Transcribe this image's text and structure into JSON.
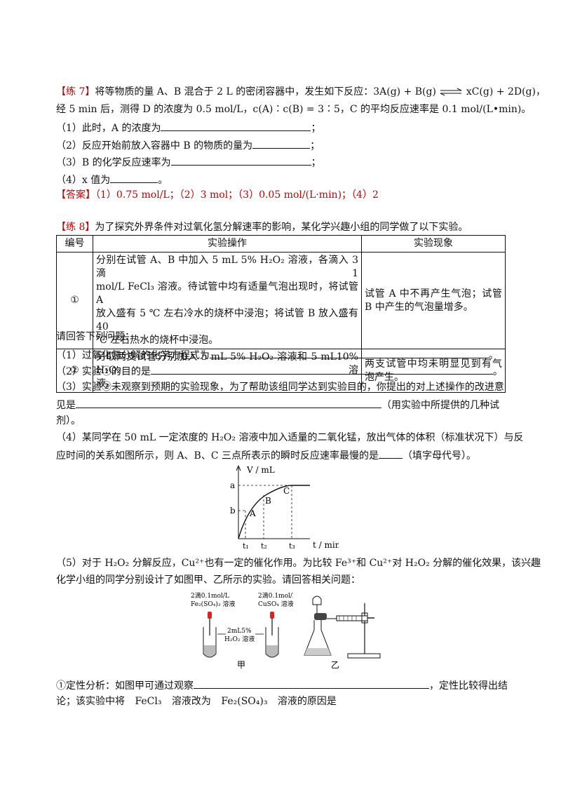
{
  "q7": {
    "tag": "【练 7】",
    "stem1_a": "将等物质的量 A、B 混合于 2 L 的密闭容器中，发生如下反应：3A(g) + B(g)",
    "stem1_b": "xC(g) + 2D(g)，",
    "stem2": "经 5 min 后，测得 D 的浓度为 0.5 mol/L，c(A)∶c(B) = 3∶5，C 的平均反应速率是 0.1 mol/(L•min)。",
    "q1": "（1）此时，A 的浓度为",
    "q2": "（2）反应开始前放入容器中 B 的物质的量为",
    "q3": "（3）B 的化学反应速率为",
    "q4": "（4）x 值为",
    "semicolon": "；",
    "period": "。",
    "answer_tag": "【答案】",
    "answer": "（1）0.75 mol/L；（2）3 mol；（3）0.05 mol/(L·min)；（4）2"
  },
  "q8": {
    "tag": "【练 8】",
    "stem": "为了探究外界条件对过氧化氢分解速率的影响，某化学兴趣小组的同学做了以下实验。",
    "table": {
      "headers": [
        "编号",
        "实验操作",
        "实验现象"
      ],
      "rows": [
        {
          "id": "①",
          "op_lines": [
            "分别在试管 A、B 中加入 5 mL 5% H₂O₂ 溶液，各滴入 3 滴 1",
            "mol/L FeCl₃ 溶液。待试管中均有适量气泡出现时，将试管 A",
            "放入盛有 5 ℃ 左右冷水的烧杯中浸泡；将试管 B 放入盛有 40",
            "℃ 左右热水的烧杯中浸泡。"
          ],
          "obs_lines": [
            "试管 A 中不再产生气泡；试管",
            "B 中产生的气泡量增多。"
          ]
        },
        {
          "id": "②",
          "op_lines": [
            "另取两支试管分别加入 5 mL 5% H₂O₂ 溶液和 5 mL10% H₂O₂ 溶",
            "液。"
          ],
          "obs_lines": [
            "两支试管中均未明显见到有气",
            "泡产生。"
          ]
        }
      ]
    },
    "prompt": "请回答下列问题：",
    "s1": "（1）过氧化氢分解的化学方程式为",
    "s2": "（2）实验①的目的是",
    "s3a": "（3）实验②未观察到预期的实验现象，为了帮助该组同学达到实验目的，你提出的对上述操作的改进意",
    "s3b_pre": "见是",
    "s3b_post": "（用实验中所提供的几种试",
    "s3c": "剂）。",
    "s4a": "（4）某同学在 50 mL 一定浓度的 H₂O₂ 溶液中加入适量的二氧化锰，放出气体的体积（标准状况下）与反",
    "s4b_pre": "应时间的关系如图所示，则 A、B、C 三点所表示的瞬时反应速率最慢的是",
    "s4b_post": "（填字母代号）。",
    "graph": {
      "ylabel": "V / mL",
      "xlabel": "t / min",
      "y_ticks": [
        "a",
        "b"
      ],
      "x_ticks": [
        "t₁",
        "t₂",
        "t₃"
      ],
      "points": [
        "A",
        "B",
        "C"
      ]
    },
    "s5a": "（5）对于 H₂O₂ 分解反应，Cu²⁺也有一定的催化作用。为比较 Fe³⁺和 Cu²⁺对 H₂O₂ 分解的催化效果，该兴趣",
    "s5b": "化学小组的同学分别设计了如图甲、乙所示的实验。请回答相关问题：",
    "fig_jia": {
      "left_label_1": "2滴0.1mol/L",
      "left_label_2": "Fe₂(SO₄)₃ 溶液",
      "right_label_1": "2滴0.1mol/L",
      "right_label_2": "CuSO₄ 溶液",
      "mid_label_1": "2mL5%",
      "mid_label_2": "H₂O₂ 溶液",
      "caption": "甲"
    },
    "fig_yi_caption": "乙",
    "q51_pre": "①定性分析：如图甲可通过观察",
    "q51_post": "，定性比较得出结",
    "q52": "论；该实验中将 FeCl₃ 溶液改为 Fe₂(SO₄)₃ 溶液的原因是"
  }
}
